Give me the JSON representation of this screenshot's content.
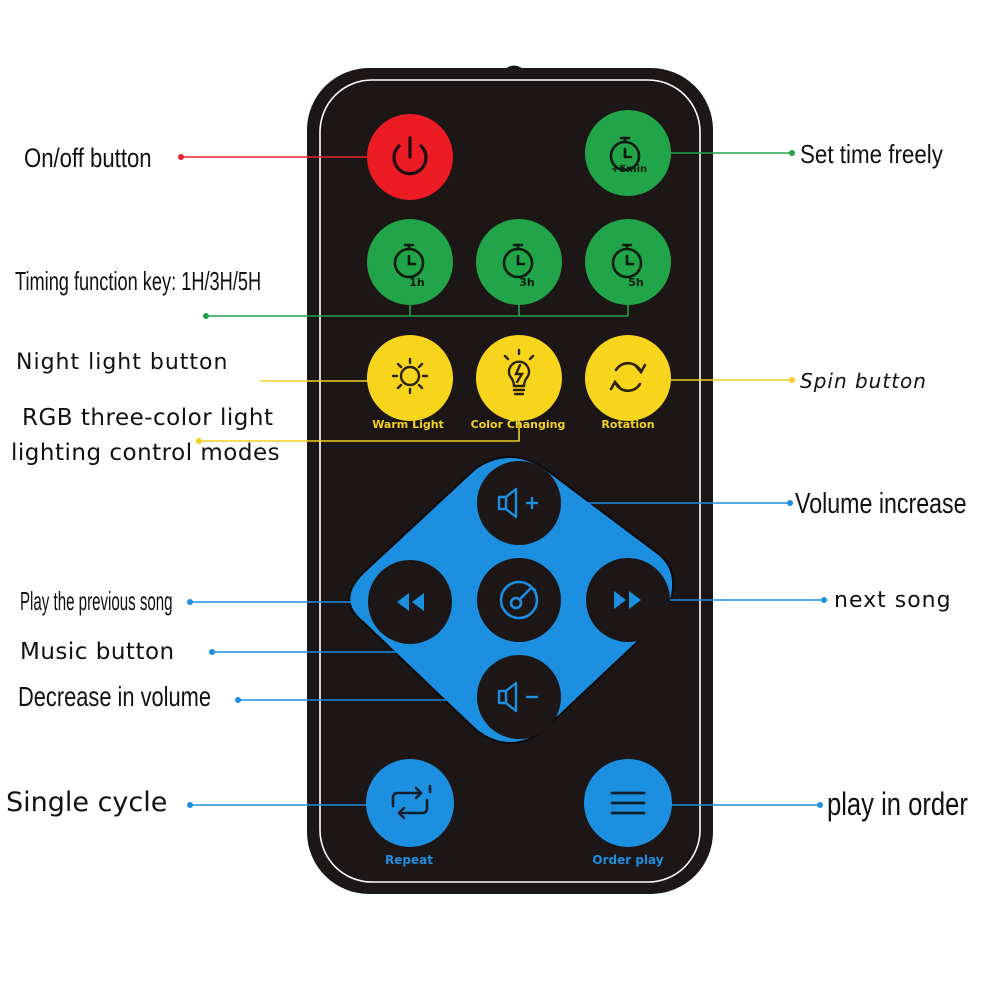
{
  "colors": {
    "remote_body": "#1c1616",
    "power": "#ed1c24",
    "timer": "#21a548",
    "light": "#f7d51c",
    "music": "#1c8fe0",
    "leader_red": "#e6232b",
    "leader_green": "#23a24a",
    "leader_yellow": "#f2cf25",
    "leader_blue": "#1d8ee0"
  },
  "remote": {
    "power_button": {
      "icon": "power-icon"
    },
    "timer_free_button": {
      "icon": "stopwatch-icon",
      "caption": "+5min"
    },
    "timer_buttons": [
      {
        "icon": "stopwatch-icon",
        "caption": "1h"
      },
      {
        "icon": "stopwatch-icon",
        "caption": "3h"
      },
      {
        "icon": "stopwatch-icon",
        "caption": "5h"
      }
    ],
    "light_buttons": [
      {
        "icon": "sun-icon",
        "caption": "Warm Light"
      },
      {
        "icon": "bulb-icon",
        "caption": "Color Changing"
      },
      {
        "icon": "rotation-icon",
        "caption": "Rotation"
      }
    ],
    "volume_up": {
      "icon": "volume-up-icon"
    },
    "previous": {
      "icon": "rewind-icon"
    },
    "music": {
      "icon": "music-disc-icon"
    },
    "next": {
      "icon": "fast-forward-icon"
    },
    "volume_down": {
      "icon": "volume-down-icon"
    },
    "repeat": {
      "icon": "repeat-one-icon",
      "caption": "Repeat"
    },
    "order_play": {
      "icon": "list-icon",
      "caption": "Order play"
    }
  },
  "labels": {
    "power": "On/off button",
    "set_time": "Set time freely",
    "timing": "Timing function key: 1H/3H/5H",
    "night_light": "Night light button",
    "spin": "Spin button",
    "rgb_line1": "RGB three-color light",
    "rgb_line2": "lighting control modes",
    "volume_increase": "Volume increase",
    "previous": "Play the previous song",
    "next": "next song",
    "music": "Music button",
    "volume_decrease": "Decrease in volume",
    "single_cycle": "Single cycle",
    "play_in_order": "play in order"
  }
}
